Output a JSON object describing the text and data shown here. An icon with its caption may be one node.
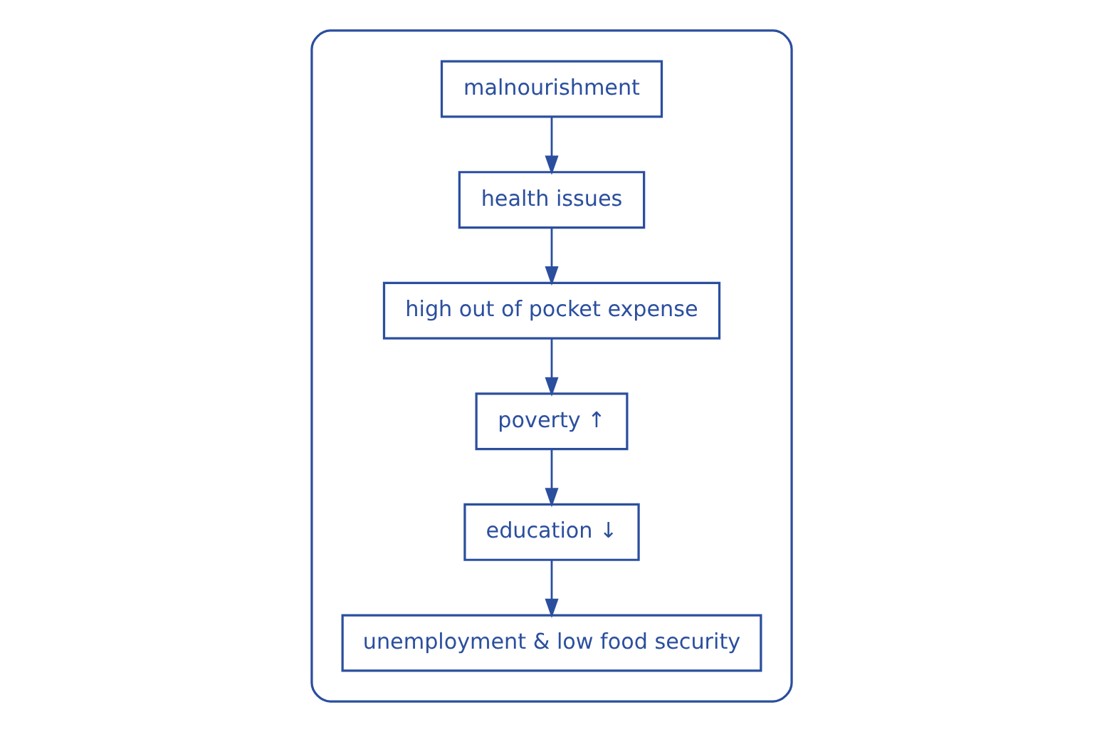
{
  "diagram": {
    "nodes": [
      {
        "text": [],
        "shape": "box"
      },
      {
        "text": [
          "poverty ↑"
        ],
        "in": 0
      },
      {
        "text": [
          "education ↓"
        ],
        "in": 0
      },
      {
        "text": [
          "unemployment & low food security"
        ],
        "in": 0
      },
      {
        "text": [
          "malnourishment"
        ],
        "in": 0
      },
      {
        "text": [
          "health issues"
        ],
        "in": 0
      },
      {
        "text": [
          "high out of pocket expense"
        ],
        "in": 0
      }
    ],
    "edges": [
      {
        "from": 6,
        "to": 1,
        "arrow": "to"
      },
      {
        "from": 1,
        "to": 2,
        "arrow": "to"
      },
      {
        "from": 2,
        "to": 3,
        "arrow": "to"
      },
      {
        "from": 4,
        "to": 5,
        "arrow": "to"
      },
      {
        "from": 5,
        "to": 6,
        "arrow": "to"
      }
    ]
  }
}
